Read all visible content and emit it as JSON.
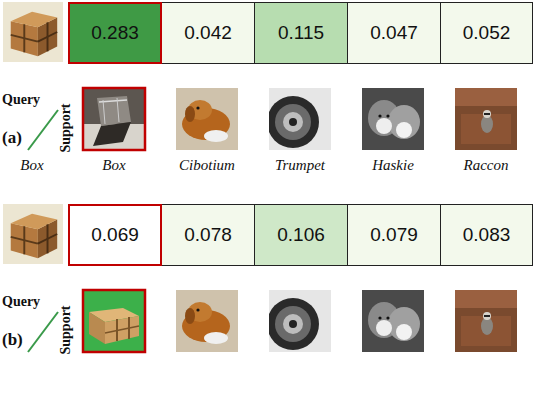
{
  "diagram": {
    "nodes": [
      {
        "text": [
          "0.283"
        ]
      },
      {
        "text": [
          "0.042"
        ]
      },
      {
        "text": [
          "0.115"
        ]
      },
      {
        "text": [
          "0.047"
        ]
      },
      {
        "text": [
          "0.052"
        ]
      },
      {
        "text": [
          "0.069"
        ]
      },
      {
        "text": [
          "0.078"
        ]
      },
      {
        "text": [
          "0.106"
        ]
      },
      {
        "text": [
          "0.079"
        ]
      },
      {
        "text": [
          "0.083"
        ]
      }
    ],
    "labels": [
      "Query",
      "Support",
      "(a)",
      "Box",
      "Box",
      "Cibotium",
      "Trumpet",
      "Haskie",
      "Raccon",
      "Query",
      "Support",
      "(b)"
    ]
  }
}
